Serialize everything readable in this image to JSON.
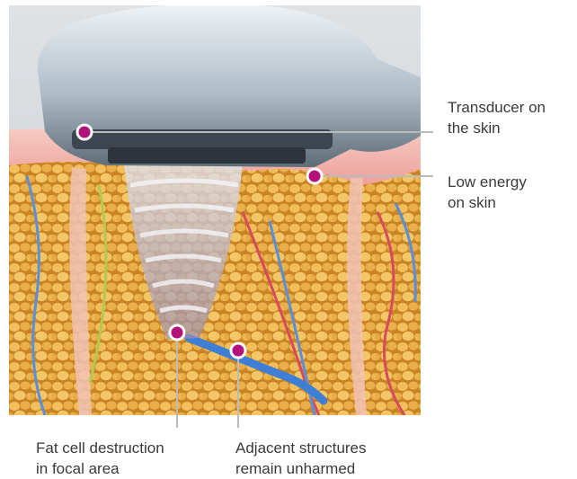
{
  "colors": {
    "marker": "#b2127a",
    "leader": "#bbbbbb",
    "skin": "#f3b9b3",
    "fat": "#e3a53c",
    "transducer": "#8f9ea9"
  },
  "callouts": [
    {
      "id": "transducer",
      "lines": [
        "Transducer on",
        "the skin"
      ]
    },
    {
      "id": "low-energy",
      "lines": [
        "Low energy",
        "on skin"
      ]
    },
    {
      "id": "fat-cell",
      "lines": [
        "Fat cell destruction",
        "in focal area"
      ]
    },
    {
      "id": "adjacent",
      "lines": [
        "Adjacent structures",
        "remain unharmed"
      ]
    }
  ]
}
